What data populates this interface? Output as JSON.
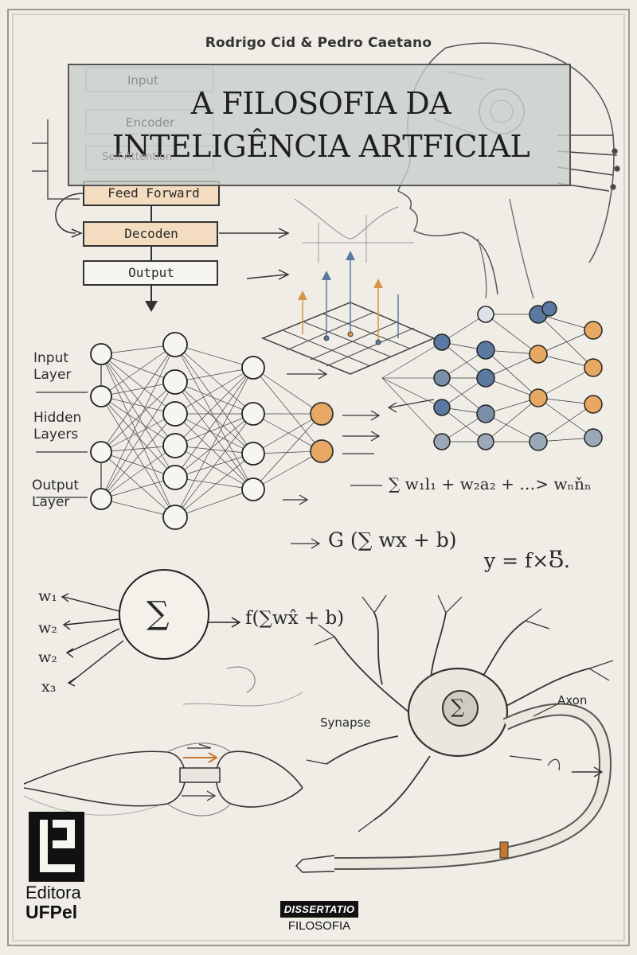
{
  "authors": "Rodrigo Cid & Pedro Caetano",
  "title": {
    "line1": "A FILOSOFIA DA",
    "line2": "INTELIGÊNCIA ARTFICIAL"
  },
  "diagram": {
    "blocks_faded": [
      "Input",
      "Encoder",
      "Self-Attention"
    ],
    "blocks": [
      "Feed Forward",
      "Decoden",
      "Output"
    ]
  },
  "network_labels": {
    "input": [
      "Input",
      "Layer"
    ],
    "hidden": [
      "Hidden",
      "Layers"
    ],
    "output": [
      "Output",
      "Layer"
    ]
  },
  "formulas": {
    "sum": "∑ w₁l₁ + w₂a₂ + …> wₙňₙ",
    "activation": "G (∑ wx + b)",
    "y": "y = f×Ⴝ.",
    "perceptron": "f(∑wx̂ + b)"
  },
  "weights": [
    "w₁",
    "w₂",
    "w₂",
    "x₃"
  ],
  "neuron_labels": {
    "synapse": "Synapse",
    "axon": "Axon"
  },
  "publisher": {
    "name_line1": "Editora",
    "name_line2": "UFPel"
  },
  "series": {
    "top": "DISSERTATIO",
    "bottom": "FILOSOFIA"
  },
  "colors": {
    "paper": "#efede6",
    "ink": "#2a2a2a",
    "orange": "#d8944a",
    "blue": "#5a78a0",
    "title_box": "#c8ceca"
  }
}
